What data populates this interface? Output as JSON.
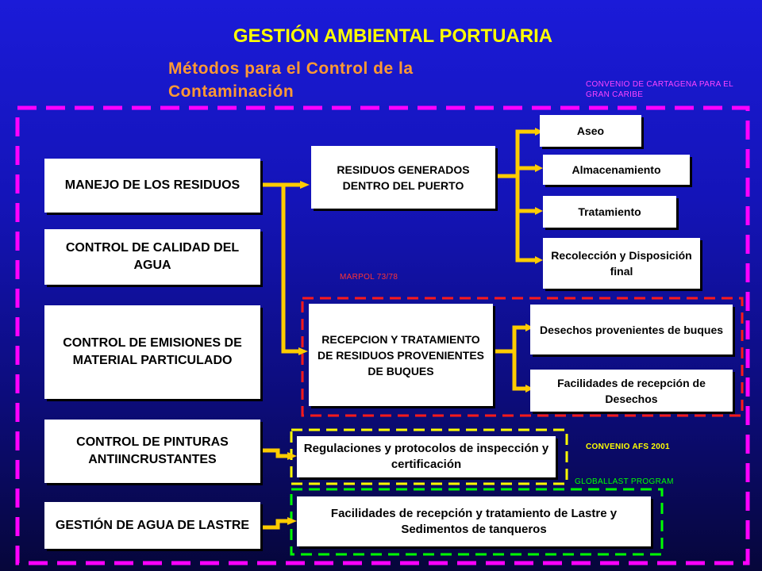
{
  "header": {
    "title": "GESTIÓN AMBIENTAL PORTUARIA",
    "subtitle": "Métodos para el Control de la Contaminación"
  },
  "notes": {
    "cartagena": "CONVENIO DE CARTAGENA PARA EL GRAN CARIBE",
    "marpol": "MARPOL 73/78",
    "afs": "CONVENIO AFS 2001",
    "globallast": "GLOBALLAST PROGRAM"
  },
  "methods": {
    "residuos": "MANEJO DE LOS RESIDUOS",
    "agua": "CONTROL DE CALIDAD DEL AGUA",
    "emisiones": "CONTROL DE EMISIONES DE MATERIAL PARTICULADO",
    "pinturas": "CONTROL DE PINTURAS ANTIINCRUSTANTES",
    "lastre": "GESTIÓN DE AGUA DE LASTRE"
  },
  "groups": {
    "puerto": "RESIDUOS GENERADOS DENTRO DEL PUERTO",
    "buques": "RECEPCION Y TRATAMIENTO DE RESIDUOS PROVENIENTES DE BUQUES",
    "regulaciones": "Regulaciones y protocolos de inspección y certificación",
    "facilidades_lastre": "Facilidades de recepción y tratamiento de Lastre y Sedimentos de tanqueros"
  },
  "actions": {
    "aseo": "Aseo",
    "almacenamiento": "Almacenamiento",
    "tratamiento": "Tratamiento",
    "recoleccion": "Recolección y Disposición final",
    "desechos_buques": "Desechos provenientes de buques",
    "facilidades_recepcion": "Facilidades de recepción de Desechos"
  },
  "colors": {
    "background": "#1414b8",
    "title": "#ffff00",
    "subtitle": "#ff9933",
    "outer_frame": "#ff00ff",
    "marpol_frame": "#ff0000",
    "afs_frame": "#ffff00",
    "globallast_frame": "#00ff00",
    "connector": "#ffcc00"
  }
}
